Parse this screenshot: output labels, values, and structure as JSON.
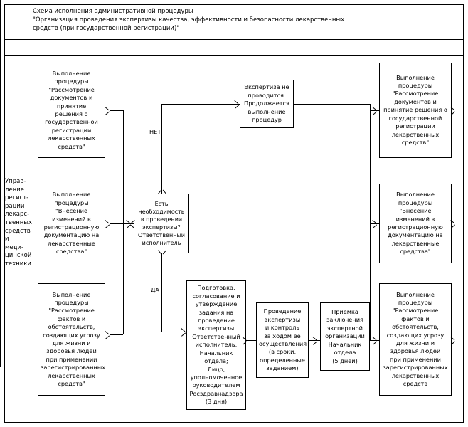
{
  "diagram": {
    "title": "Схема исполнения административной процедуры\n\"Организация проведения экспертизы качества, эффективности и безопасности лекарственных\nсредств (при государственной регистрации)\"",
    "lane_label": "Управ-\nление\nрегист-\nрации\nлекарс-\nтвенных\nсредств\nи меди-\nцинской\nтехники",
    "nodes": {
      "left_registration": "Выполнение\nпроцедуры\n\"Рассмотрение\nдокументов и\nпринятие\nрешения о\nгосударственной\nрегистрации\nлекарственных\nсредств\"",
      "left_changes": "Выполнение\nпроцедуры\n\"Внесение\nизменений в\nрегистрационную\nдокументацию на\nлекарственные\nсредства\"",
      "left_facts": "Выполнение\nпроцедуры\n\"Рассмотрение\nфактов и\nобстоятельств,\nсоздающих угрозу\nдля жизни и\nздоровья людей\nпри применении\nзарегистрированных\nлекарственных\nсредств\"",
      "decision": "Есть\nнеобходимость\nв проведении\nэкспертизы?\nОтветственный\nисполнитель",
      "no_expertise": "Экспертиза не\nпроводится.\nПродолжается\nвыполнение\nпроцедур",
      "task_preparation": "Подготовка,\nсогласование и\nутверждение\nзадания на\nпроведение\nэкспертизы\nОтветственный\nисполнитель;\nНачальник\nотдела;\nЛицо,\nуполномоченное\nруководителем\nРосздравнадзора\n(3 дня)",
      "expertise_execution": "Проведение\nэкспертизы\nи контроль\nза ходом ее\nосуществления\n(в сроки,\nопределенные\nзаданием)",
      "conclusion_acceptance": "Приемка\nзаключения\nэкспертной\nорганизации\nНачальник\nотдела\n(5 дней)",
      "right_registration": "Выполнение\nпроцедуры\n\"Рассмотрение\nдокументов и\nпринятие решения о\nгосударственной\nрегистрации\nлекарственных\nсредств\"",
      "right_changes": "Выполнение\nпроцедуры\n\"Внесение\nизменений в\nрегистрационную\nдокументацию на\nлекарственные\nсредства\"",
      "right_facts": "Выполнение\nпроцедуры\n\"Рассмотрение\nфактов и\nобстоятельств,\nсоздающих угрозу\nдля жизни и\nздоровья людей\nпри применении\nзарегистрированных\nлекарственных\nсредств"
    },
    "branch_labels": {
      "no": "НЕТ",
      "yes": "ДА"
    },
    "colors": {
      "background": "#ffffff",
      "stroke": "#000000",
      "text": "#000000"
    }
  }
}
